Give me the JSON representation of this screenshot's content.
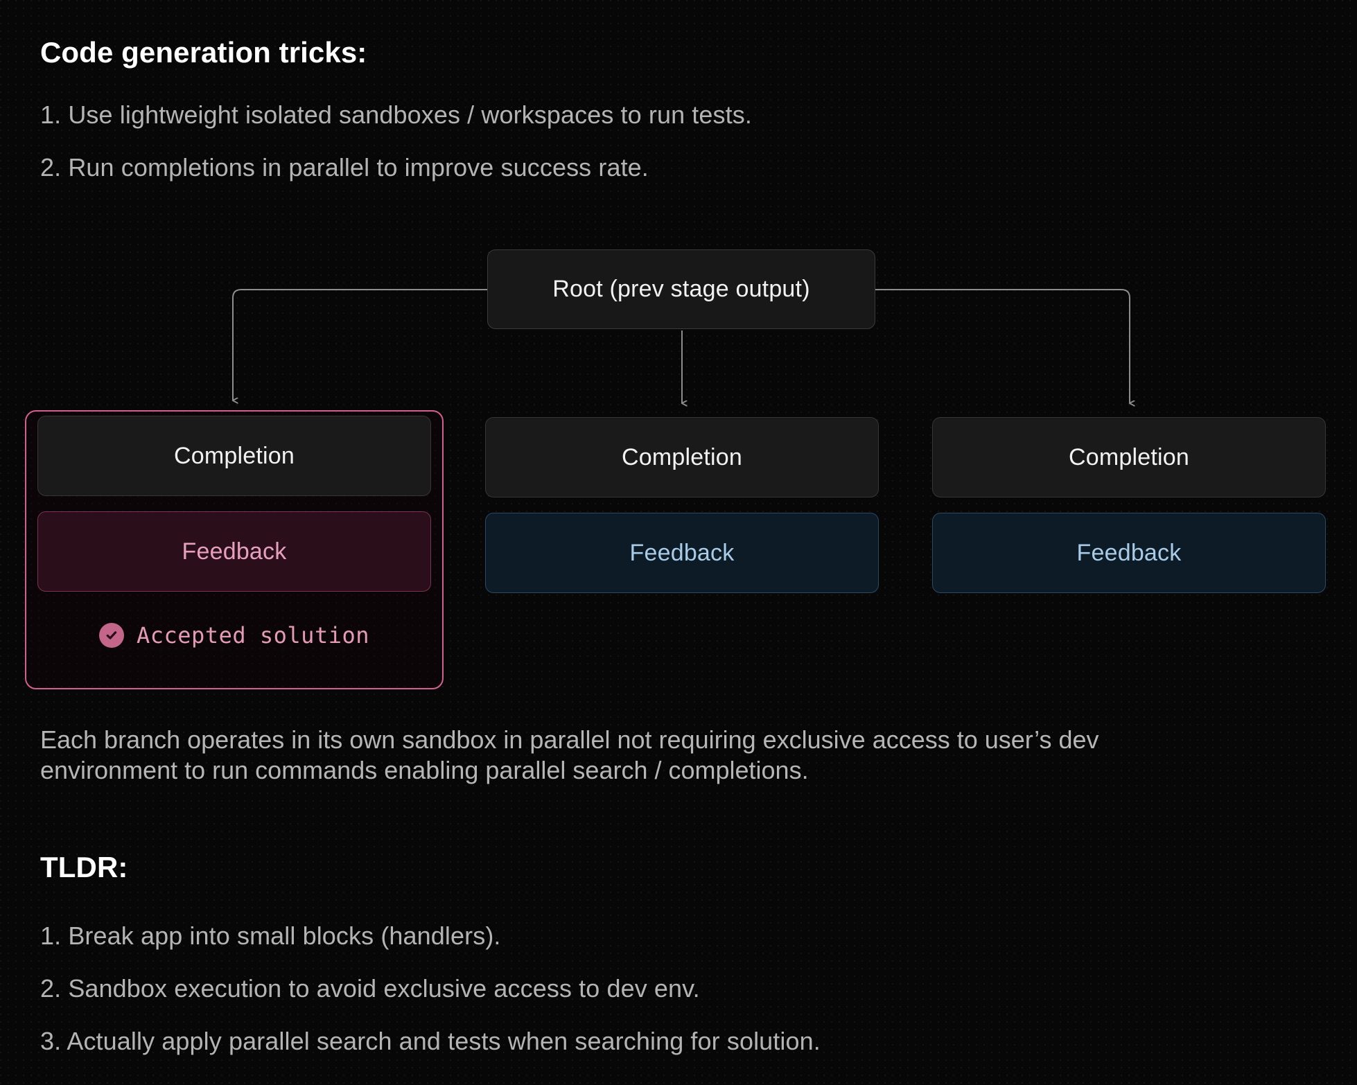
{
  "sections": {
    "tricks_heading": "Code generation tricks:",
    "tricks": [
      "1. Use lightweight isolated sandboxes / workspaces to run tests.",
      "2. Run completions in parallel to improve success rate."
    ],
    "body_paragraph": "Each branch operates in its own sandbox in parallel not requiring exclusive access to user’s dev environment to run commands enabling parallel search / completions.",
    "tldr_heading": "TLDR:",
    "tldr": [
      "1. Break app into small blocks (handlers).",
      "2. Sandbox execution to avoid exclusive access to dev env.",
      "3. Actually apply parallel search and tests when searching for solution."
    ]
  },
  "diagram": {
    "root": {
      "label": "Root (prev stage output)"
    },
    "branches": [
      {
        "completion_label": "Completion",
        "feedback_label": "Feedback",
        "accepted": true,
        "accepted_label": "Accepted solution",
        "accepted_icon": "check-circle-icon",
        "state": "accepted"
      },
      {
        "completion_label": "Completion",
        "feedback_label": "Feedback",
        "accepted": false,
        "state": "pending"
      },
      {
        "completion_label": "Completion",
        "feedback_label": "Feedback",
        "accepted": false,
        "state": "pending"
      }
    ]
  },
  "colors": {
    "background": "#070707",
    "heading_text": "#ffffff",
    "body_text": "#b4b4b4",
    "accent_pink": "#d4608f",
    "accent_pink_text": "#e49bb6",
    "accent_blue_border": "#2c4a63",
    "accent_blue_text": "#a8cbe8",
    "node_fill": "#1a1a1a",
    "node_border": "#363636",
    "connector": "#8a8a8a"
  }
}
